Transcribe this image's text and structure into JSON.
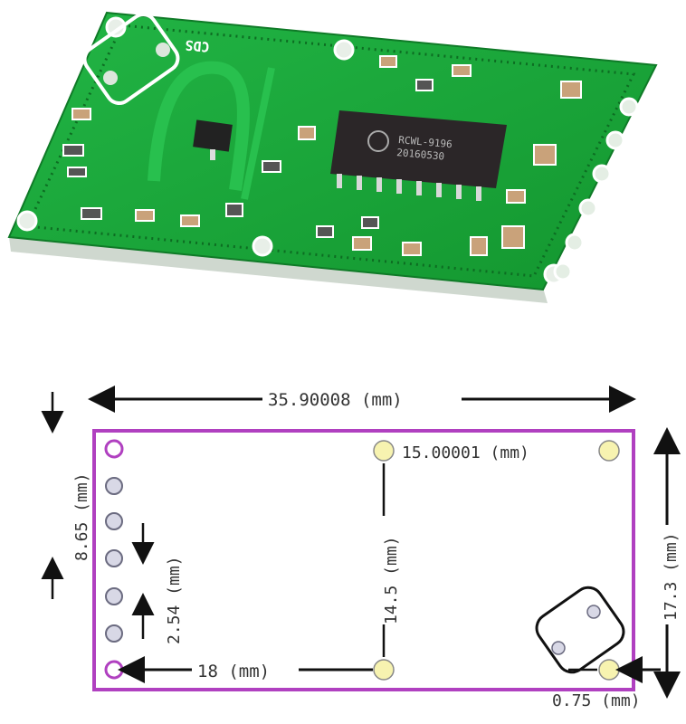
{
  "photo": {
    "board_color": "#1aa33a",
    "silkscreen_color": "#ffffff",
    "chip_label_line1": "RCWL-9196",
    "chip_label_line2": "20160530",
    "cds_label": "CDS"
  },
  "drawing": {
    "outline_color": "#b040c0",
    "pad_color": "#f7f3b0",
    "dimensions": {
      "width": "35.90008 (mm)",
      "top_hole_spacing": "15.00001 (mm)",
      "height": "17.3 (mm)",
      "hole_vertical": "14.5 (mm)",
      "bottom_left_to_hole": "18 (mm)",
      "edge_offset": "0.75 (mm)",
      "pin_pitch": "2.54 (mm)",
      "pin_offset": "8.65 (mm)"
    }
  }
}
